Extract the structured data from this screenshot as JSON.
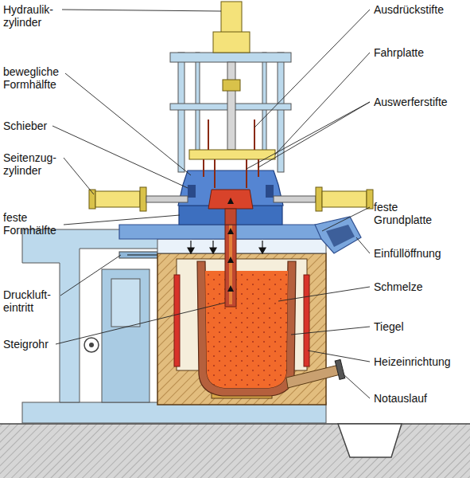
{
  "diagram": {
    "labels": [
      "Hydraulik- zylinder",
      "bewegliche Formhälfte",
      "Schieber",
      "Seitenzug- zylinder",
      "feste Formhälfte",
      "Druckluft- eintritt",
      "Steigrohr",
      "Ausdrückstifte",
      "Fahrplatte",
      "Auswerferstifte",
      "feste Grundplatte",
      "Einfüllöffnung",
      "Schmelze",
      "Tiegel",
      "Heizeinrichtung",
      "Notauslauf"
    ]
  }
}
